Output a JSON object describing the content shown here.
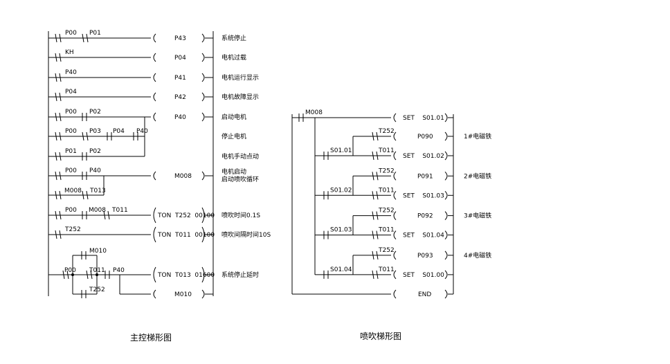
{
  "main_ladder": {
    "caption": "主控梯形图",
    "rungs": [
      {
        "contacts": [
          "P00",
          "P01"
        ],
        "output": "P43",
        "comment": "系统停止"
      },
      {
        "contacts": [
          "KH"
        ],
        "output": "P04",
        "comment": "电机过载"
      },
      {
        "contacts": [
          "P40"
        ],
        "output": "P41",
        "comment": "电机运行显示"
      },
      {
        "contacts": [
          "P04"
        ],
        "output": "P42",
        "comment": "电机故障显示"
      },
      {
        "contacts": [
          "P00",
          "P02"
        ],
        "output": "P40",
        "comment": "启动电机"
      },
      {
        "contacts": [
          "P00",
          "P03",
          "P04",
          "P40"
        ],
        "comment": "停止电机"
      },
      {
        "contacts": [
          "P01",
          "P02"
        ],
        "comment": "电机手动点动"
      },
      {
        "contacts": [
          "P00",
          "P40"
        ],
        "output": "M008",
        "comment": "电机启动",
        "comment2": "启动喷吹循环"
      },
      {
        "contacts": [
          "M008",
          "T013"
        ]
      },
      {
        "contacts": [
          "P00",
          "M008",
          "T011"
        ],
        "timer": "TON  T252  00100",
        "comment": "喷吹时间0.1S"
      },
      {
        "contacts": [
          "T252"
        ],
        "timer": "TON  T011  00100",
        "comment": "喷吹间隔时间10S"
      },
      {
        "contacts": [
          "M010",
          "P00",
          "T011",
          "P40",
          "T252"
        ],
        "timer": "TON  T013  01600",
        "output": "M010",
        "comment": "系统停止延时"
      }
    ]
  },
  "blow_ladder": {
    "caption": "喷吹梯形图",
    "top_contact": "M008",
    "top_set": "SET    S01.01",
    "steps": [
      {
        "state": "S01.01",
        "t252": "T252",
        "t011": "T011",
        "out": "P090",
        "valve": "1#电磁铁",
        "set": "SET    S01.02"
      },
      {
        "state": "S01.02",
        "t252": "T252",
        "t011": "T011",
        "out": "P091",
        "valve": "2#电磁铁",
        "set": "SET    S01.03"
      },
      {
        "state": "S01.03",
        "t252": "T252",
        "t011": "T011",
        "out": "P092",
        "valve": "3#电磁铁",
        "set": "SET    S01.04"
      },
      {
        "state": "S01.04",
        "t252": "T252",
        "t011": "T011",
        "out": "P093",
        "valve": "4#电磁铁",
        "set": "SET    S01.00"
      }
    ],
    "end": "END"
  }
}
